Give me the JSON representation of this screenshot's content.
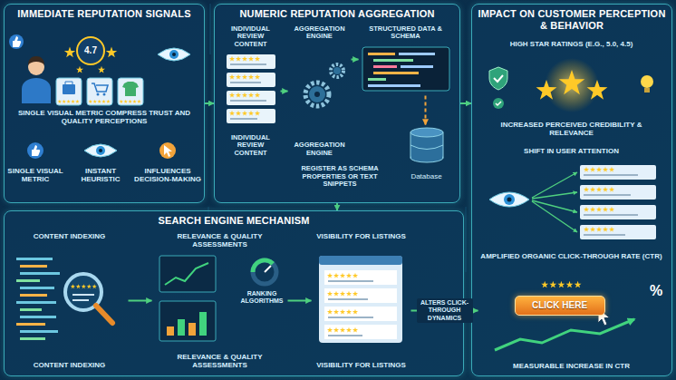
{
  "diagram": {
    "nodes": [
      {
        "text": [
          "IMMEDIATE REPUTATION SIGNALS"
        ]
      },
      {
        "text": [
          "NUMERIC REPUTATION AGGREGATION"
        ]
      },
      {
        "text": [
          "INDIVIDUAL REVIEW CONTENT",
          "INDIVIDUAL REVIEW CONTENT"
        ],
        "in": 1
      },
      {
        "text": [
          "AGGREGATION ENGINE",
          "AGGREGATION ENGINE"
        ],
        "in": 1
      },
      {
        "text": [
          "STRUCTURED DATA & SCHEMA"
        ],
        "in": 1
      },
      {
        "text": [
          "Database"
        ],
        "in": 1
      },
      {
        "text": [
          "IMPACT ON CUSTOMER PERCEPTION & BEHAVIOR"
        ]
      },
      {
        "text": [
          "HIGH STAR RATINGS (E.G., 5.0, 4.5)",
          "INCREASED PERCEIVED CREDIBILITY & RELEVANCE"
        ],
        "in": 6
      },
      {
        "text": [
          "SHIFT IN USER ATTENTION"
        ],
        "in": 6
      },
      {
        "text": [
          "AMPLIFIED ORGANIC CLICK-THROUGH RATE (CTR)",
          "MEASURABLE INCREASE IN CTR"
        ],
        "in": 6
      },
      {
        "text": [
          "CLICK HERE"
        ],
        "in": 9
      },
      {
        "text": [
          "SEARCH ENGINE MECHANISM"
        ]
      },
      {
        "text": [
          "CONTENT INDEXING",
          "CONTENT INDEXING"
        ],
        "in": 11
      },
      {
        "text": [
          "RELEVANCE & QUALITY ASSESSMENTS",
          "RELEVANCE & QUALITY ASSESSMENTS"
        ],
        "in": 11
      },
      {
        "text": [
          "VISIBILITY FOR LISTINGS",
          "VISIBILITY FOR LISTINGS"
        ],
        "in": 11
      }
    ],
    "edges": [
      {
        "from": 0,
        "to": 1,
        "arrow": "to"
      },
      {
        "from": 2,
        "to": 3,
        "arrow": "to"
      },
      {
        "from": 3,
        "to": 4,
        "arrow": "to"
      },
      {
        "from": 4,
        "to": 5,
        "arrow": "to"
      },
      {
        "from": 1,
        "to": 6,
        "arrow": "to"
      },
      {
        "from": 1,
        "to": 11,
        "arrow": "to"
      },
      {
        "from": 12,
        "to": 13,
        "arrow": "to"
      },
      {
        "from": 13,
        "to": 14,
        "arrow": "to"
      },
      {
        "from": 14,
        "to": 9,
        "label": "ALTERS CLICK-THROUGH DYNAMICS",
        "arrow": "to"
      }
    ],
    "labels": [
      "4.7",
      "SINGLE VISUAL METRIC COMPRESS TRUST AND QUALITY PERCEPTIONS",
      "SINGLE VISUAL METRIC",
      "INSTANT HEURISTIC",
      "INFLUENCES DECISION-MAKING",
      "REGISTER AS SCHEMA PROPERTIES OR TEXT SNIPPETS",
      "RANKING ALGORITHMS",
      "%"
    ]
  }
}
